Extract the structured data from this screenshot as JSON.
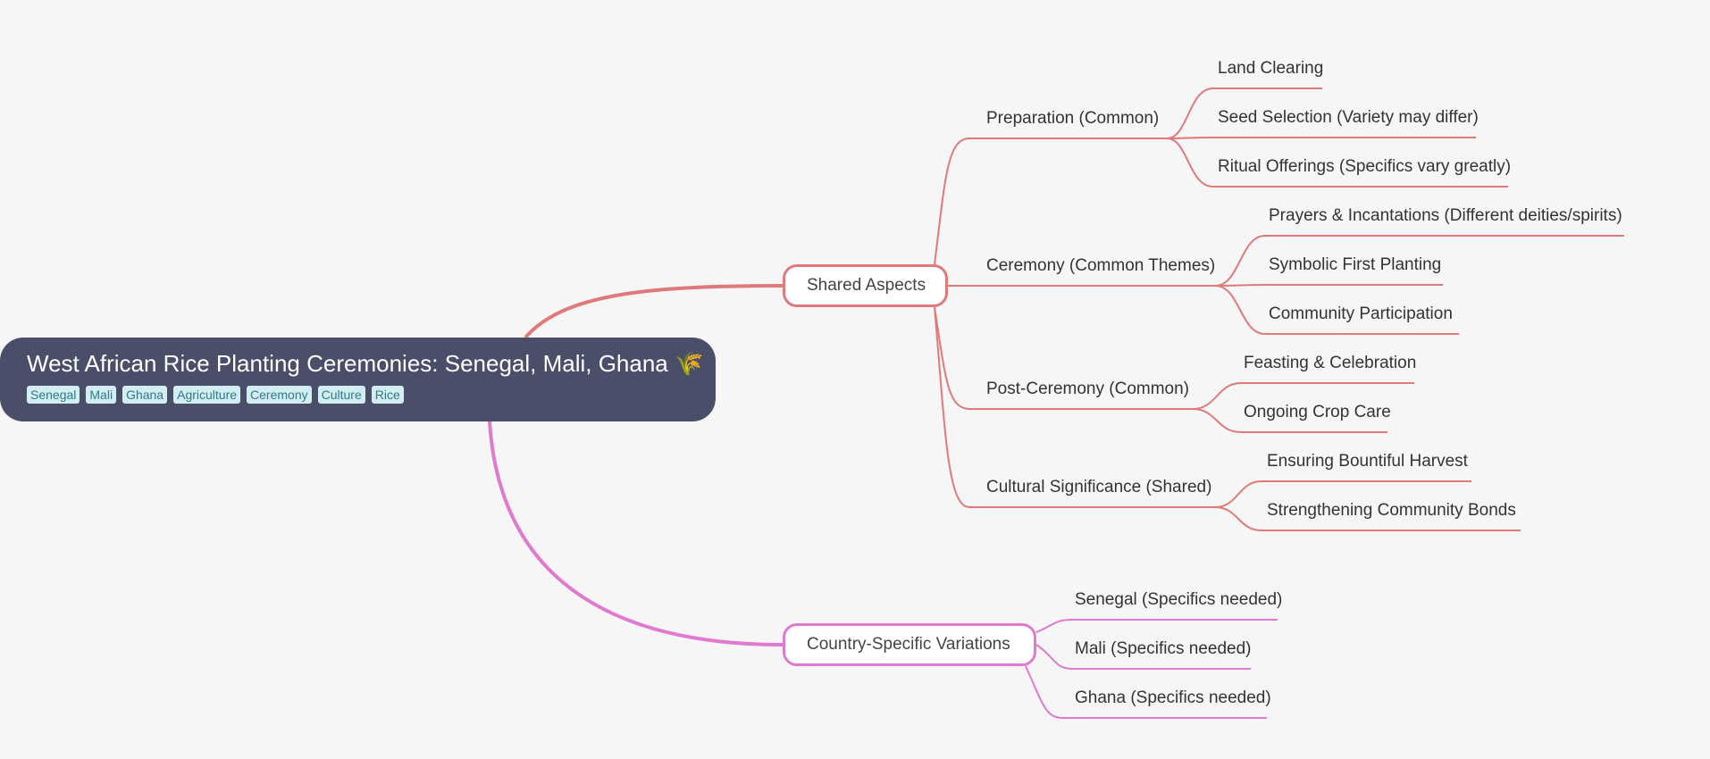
{
  "root": {
    "title": "West African Rice Planting Ceremonies: Senegal, Mali, Ghana 🌾",
    "tags": [
      "Senegal",
      "Mali",
      "Ghana",
      "Agriculture",
      "Ceremony",
      "Culture",
      "Rice"
    ]
  },
  "colors": {
    "background": "#f6f6f6",
    "root": "#4b4e69",
    "shared_branch": "#e07a7a",
    "country_branch": "#e07ad0",
    "tag_bg": "#d2eef2",
    "tag_text": "#2f7b8a"
  },
  "shared": {
    "label": "Shared Aspects",
    "groups": [
      {
        "label": "Preparation (Common)",
        "items": [
          "Land Clearing",
          "Seed Selection (Variety may differ)",
          "Ritual Offerings (Specifics vary greatly)"
        ]
      },
      {
        "label": "Ceremony (Common Themes)",
        "items": [
          "Prayers & Incantations (Different deities/spirits)",
          "Symbolic First Planting",
          "Community Participation"
        ]
      },
      {
        "label": "Post-Ceremony (Common)",
        "items": [
          "Feasting & Celebration",
          "Ongoing Crop Care"
        ]
      },
      {
        "label": "Cultural Significance (Shared)",
        "items": [
          "Ensuring Bountiful Harvest",
          "Strengthening Community Bonds"
        ]
      }
    ]
  },
  "country": {
    "label": "Country-Specific Variations",
    "items": [
      "Senegal (Specifics needed)",
      "Mali (Specifics needed)",
      "Ghana (Specifics needed)"
    ]
  }
}
